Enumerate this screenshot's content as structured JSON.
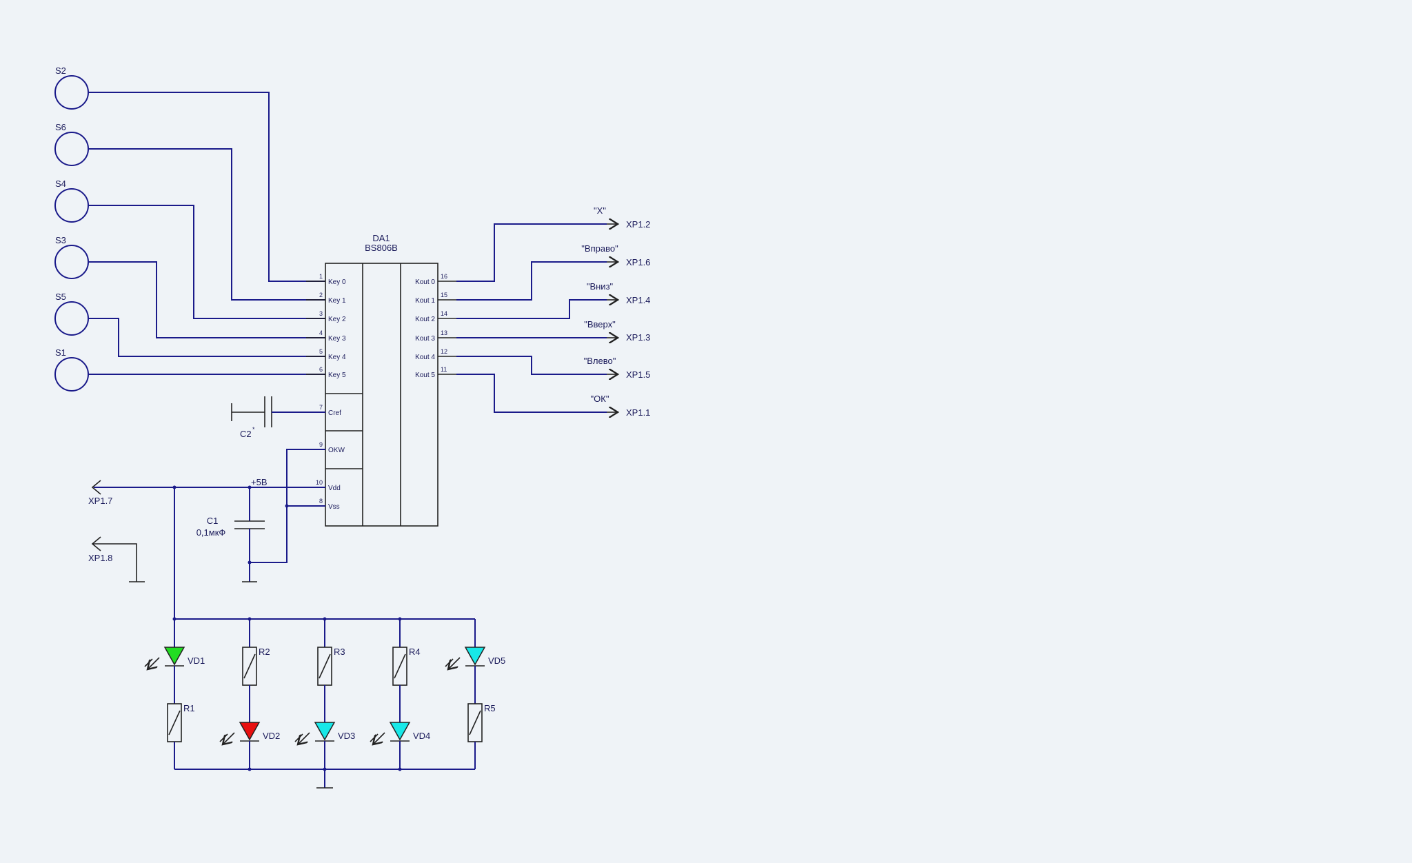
{
  "chip": {
    "ref": "DA1",
    "part": "BS806B"
  },
  "sensors": [
    "S2",
    "S6",
    "S4",
    "S3",
    "S5",
    "S1"
  ],
  "left_pins": [
    {
      "num": "1",
      "name": "Key 0"
    },
    {
      "num": "2",
      "name": "Key 1"
    },
    {
      "num": "3",
      "name": "Key 2"
    },
    {
      "num": "4",
      "name": "Key 3"
    },
    {
      "num": "5",
      "name": "Key 4"
    },
    {
      "num": "6",
      "name": "Key 5"
    },
    {
      "num": "7",
      "name": "Cref"
    },
    {
      "num": "9",
      "name": "OKW"
    },
    {
      "num": "10",
      "name": "Vdd"
    },
    {
      "num": "8",
      "name": "Vss"
    }
  ],
  "right_pins": [
    {
      "num": "16",
      "name": "Kout 0"
    },
    {
      "num": "15",
      "name": "Kout 1"
    },
    {
      "num": "14",
      "name": "Kout 2"
    },
    {
      "num": "13",
      "name": "Kout 3"
    },
    {
      "num": "12",
      "name": "Kout 4"
    },
    {
      "num": "11",
      "name": "Kout 5"
    }
  ],
  "outputs": [
    {
      "label": "\"X\"",
      "connector": "XP1.2"
    },
    {
      "label": "\"Вправо\"",
      "connector": "XP1.6"
    },
    {
      "label": "\"Вниз\"",
      "connector": "XP1.4"
    },
    {
      "label": "\"Вверх\"",
      "connector": "XP1.3"
    },
    {
      "label": "\"Влево\"",
      "connector": "XP1.5"
    },
    {
      "label": "\"ОК\"",
      "connector": "XP1.1"
    }
  ],
  "power": {
    "vcc_label": "+5В",
    "vcc_connector": "XP1.7",
    "gnd_connector": "XP1.8"
  },
  "capacitors": {
    "c1": {
      "ref": "C1",
      "value": "0,1мкФ"
    },
    "c2": {
      "ref": "C2",
      "mark": "*"
    }
  },
  "leds": [
    {
      "ref": "VD1",
      "color": "#22dd22"
    },
    {
      "ref": "VD2",
      "color": "#e81010"
    },
    {
      "ref": "VD3",
      "color": "#18e8e8"
    },
    {
      "ref": "VD4",
      "color": "#18e8e8"
    },
    {
      "ref": "VD5",
      "color": "#18e8e8"
    }
  ],
  "resistors": [
    "R1",
    "R2",
    "R3",
    "R4",
    "R5"
  ],
  "colors": {
    "wire": "#1a1a8a",
    "background": "#eff3f7"
  }
}
